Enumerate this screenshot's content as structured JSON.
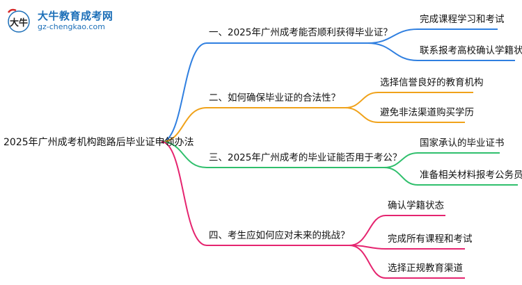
{
  "header": {
    "logo_title": "大牛教育成考网",
    "logo_url": "gz-chengkao.com",
    "logo_mark_text": "大牛"
  },
  "mindmap": {
    "root": "2025年广州成考机构跑路后毕业证申领办法",
    "branches": [
      {
        "label": "一、2025年广州成考能否顺利获得毕业证？",
        "color": "#2f7fe0",
        "children": [
          "完成课程学习和考试",
          "联系报考高校确认学籍状态"
        ]
      },
      {
        "label": "二、如何确保毕业证的合法性？",
        "color": "#f0a21a",
        "children": [
          "选择信誉良好的教育机构",
          "避免非法渠道购买学历"
        ]
      },
      {
        "label": "三、2025年广州成考的毕业证能否用于考公？",
        "color": "#2fbf6c",
        "children": [
          "国家承认的毕业证书",
          "准备相关材料报考公务员"
        ]
      },
      {
        "label": "四、考生应如何应对未来的挑战？",
        "color": "#e5246f",
        "children": [
          "确认学籍状态",
          "完成所有课程和考试",
          "选择正规教育渠道"
        ]
      }
    ]
  }
}
